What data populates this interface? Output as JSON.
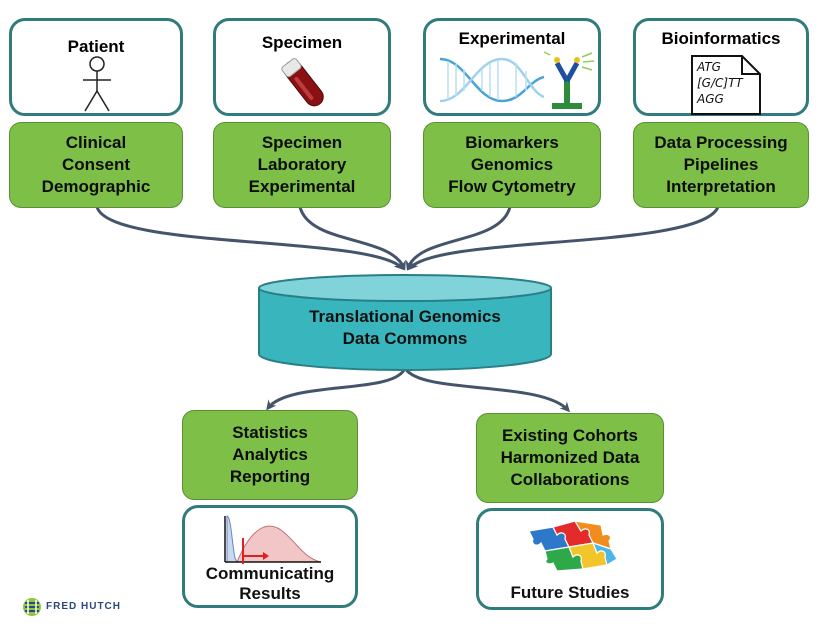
{
  "top_sources": [
    {
      "title": "Patient",
      "lines": [
        "Clinical",
        "Consent",
        "Demographic"
      ],
      "icon": "stick-figure-icon"
    },
    {
      "title": "Specimen",
      "lines": [
        "Specimen",
        "Laboratory",
        "Experimental"
      ],
      "icon": "test-tube-icon"
    },
    {
      "title": "Experimental",
      "lines": [
        "Biomarkers",
        "Genomics",
        "Flow Cytometry"
      ],
      "icon": "dna-antibody-icon"
    },
    {
      "title": "Bioinformatics",
      "lines": [
        "Data Processing",
        "Pipelines",
        "Interpretation"
      ],
      "icon": "document-icon",
      "code_lines": [
        "ATG",
        "[G/C]TT",
        "AGG"
      ]
    }
  ],
  "database": {
    "lines": [
      "Translational Genomics",
      "Data Commons"
    ],
    "color": "#39b6bd"
  },
  "outputs": [
    {
      "lines": [
        "Statistics",
        "Analytics",
        "Reporting"
      ],
      "result": [
        "Communicating",
        "Results"
      ],
      "icon": "distribution-chart-icon"
    },
    {
      "lines": [
        "Existing Cohorts",
        "Harmonized Data",
        "Collaborations"
      ],
      "result": [
        "Future Studies"
      ],
      "icon": "puzzle-icon"
    }
  ],
  "logo": {
    "text": "FRED HUTCH"
  },
  "colors": {
    "green": "#7dbf47",
    "teal_border": "#2f7c7a",
    "arrow": "#44546a",
    "cylinder": "#39b6bd"
  }
}
